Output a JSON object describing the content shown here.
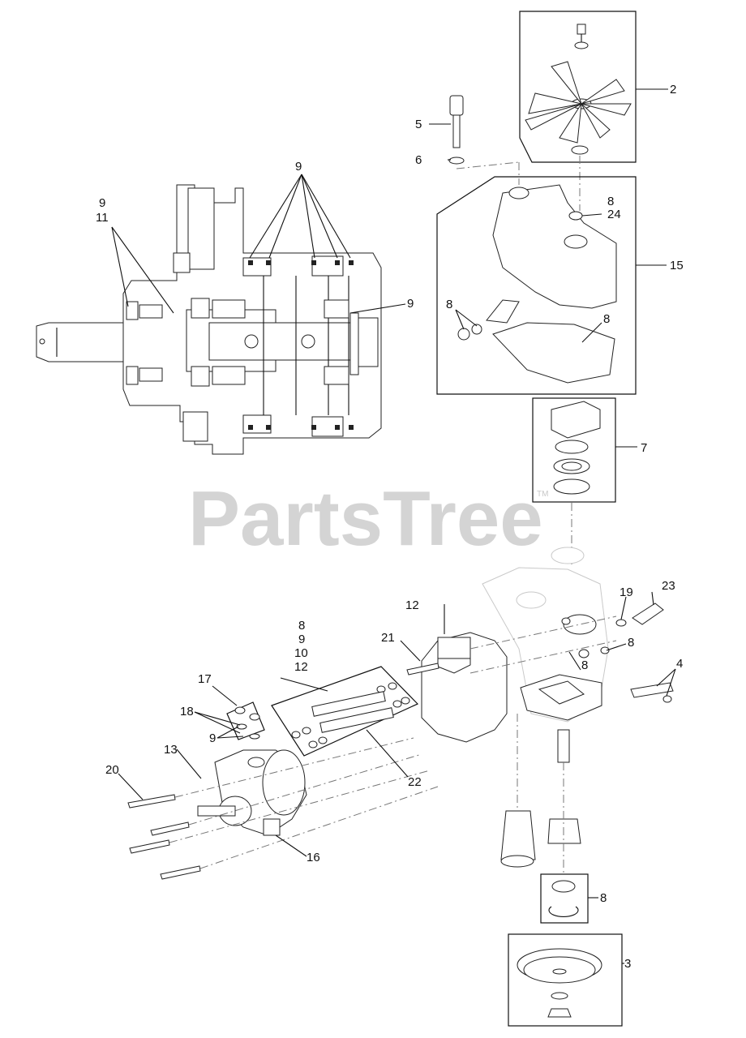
{
  "watermark": {
    "text": "PartsTree",
    "trademark": "TM"
  },
  "callouts": {
    "c2": "2",
    "c3": "3",
    "c4": "4",
    "c5": "5",
    "c6": "6",
    "c7": "7",
    "c8_fan": "8",
    "c24_fan": "24",
    "c15": "15",
    "c8_shaft": "8",
    "c8_gasket": "8",
    "c9_top": "9",
    "c9_left": "9",
    "c11_left": "11",
    "c9_right": "9",
    "c12_top": "12",
    "c21": "21",
    "c19": "19",
    "c23": "23",
    "c8_plug": "8",
    "c8_oring": "8",
    "c8_stack": "8",
    "c9_stack": "9",
    "c10_stack": "10",
    "c12_stack": "12",
    "c17": "17",
    "c18": "18",
    "c9_small": "9",
    "c13": "13",
    "c20": "20",
    "c22": "22",
    "c16": "16",
    "c8_bearing": "8"
  }
}
